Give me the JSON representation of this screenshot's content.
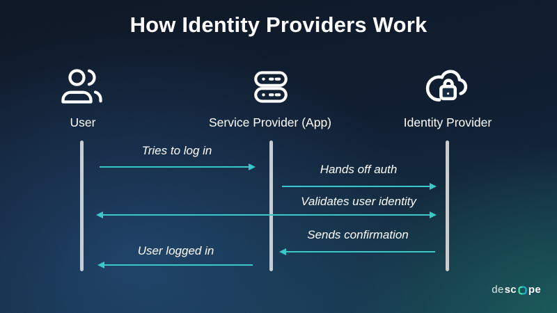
{
  "title": "How Identity Providers Work",
  "actors": [
    {
      "label": "User",
      "icon": "users-icon"
    },
    {
      "label": "Service Provider (App)",
      "icon": "server-icon"
    },
    {
      "label": "Identity Provider",
      "icon": "cloud-lock-icon"
    }
  ],
  "messages": [
    {
      "label": "Tries to log in",
      "from": "User",
      "to": "Service Provider (App)",
      "direction": "right"
    },
    {
      "label": "Hands off auth",
      "from": "Service Provider (App)",
      "to": "Identity Provider",
      "direction": "right"
    },
    {
      "label": "Validates user identity",
      "from": "Identity Provider",
      "to": "User",
      "direction": "both"
    },
    {
      "label": "Sends confirmation",
      "from": "Identity Provider",
      "to": "Service Provider (App)",
      "direction": "left"
    },
    {
      "label": "User logged in",
      "from": "Service Provider (App)",
      "to": "User",
      "direction": "left"
    }
  ],
  "logo": {
    "part1": "de",
    "part2": "sc",
    "part3": "pe",
    "mark": "descope-o-icon"
  },
  "colors": {
    "accent": "#39c7c7",
    "lifeline": "#c9cccf",
    "text": "#ffffff",
    "bg-top": "#0d1626",
    "bg-blue": "#23527f",
    "bg-teal": "#1a6b5f",
    "logo-green": "#3fe0a8",
    "logo-teal": "#1fb3c4"
  }
}
